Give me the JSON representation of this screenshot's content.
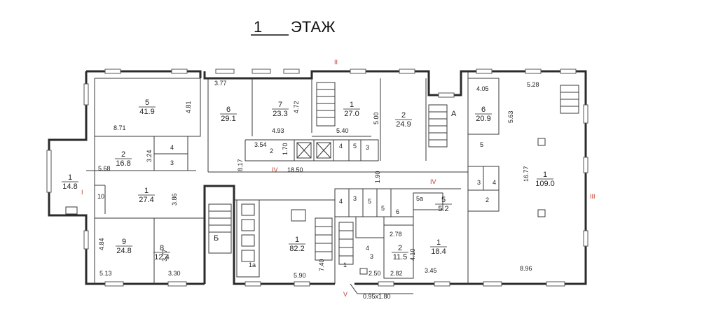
{
  "title": {
    "number": "1",
    "word": "ЭТАЖ"
  },
  "section_marks": [
    "II",
    "IV",
    "IV",
    "III",
    "I",
    "V"
  ],
  "door_note": "0.95x1.80",
  "stair_letters": [
    "А",
    "Б"
  ],
  "rooms": [
    {
      "num": "5",
      "area": "41.9"
    },
    {
      "num": "6",
      "area": "29.1"
    },
    {
      "num": "7",
      "area": "23.3"
    },
    {
      "num": "1",
      "area": "27.0"
    },
    {
      "num": "2",
      "area": "24.9"
    },
    {
      "num": "6",
      "area": "20.9"
    },
    {
      "num": "1",
      "area": "109.0"
    },
    {
      "num": "2",
      "area": "16.8"
    },
    {
      "num": "1",
      "area": "14.8"
    },
    {
      "num": "1",
      "area": "27.4"
    },
    {
      "num": "9",
      "area": "24.8"
    },
    {
      "num": "8",
      "area": "12.4"
    },
    {
      "num": "1",
      "area": "82.2"
    },
    {
      "num": "2",
      "area": "11.5"
    },
    {
      "num": "1",
      "area": "18.4"
    },
    {
      "num": "5",
      "area": "5.2"
    }
  ],
  "small_rooms": [
    "4",
    "3",
    "10",
    "2",
    "4",
    "5",
    "3",
    "4",
    "3",
    "5",
    "5",
    "4",
    "6",
    "3",
    "1",
    "1a",
    "5a",
    "3",
    "4",
    "2",
    "5"
  ],
  "dimensions": [
    "3.77",
    "4.81",
    "8.71",
    "4.72",
    "4.93",
    "5.40",
    "5.00",
    "4.05",
    "5.28",
    "5.63",
    "16.77",
    "3.54",
    "1.70",
    "18.50",
    "1.90",
    "5.68",
    "3.24",
    "3.86",
    "8.17",
    "4.84",
    "5.13",
    "3.77",
    "3.30",
    "5.90",
    "7.40",
    "2.78",
    "4.10",
    "2.50",
    "2.82",
    "3.45",
    "8.96"
  ]
}
